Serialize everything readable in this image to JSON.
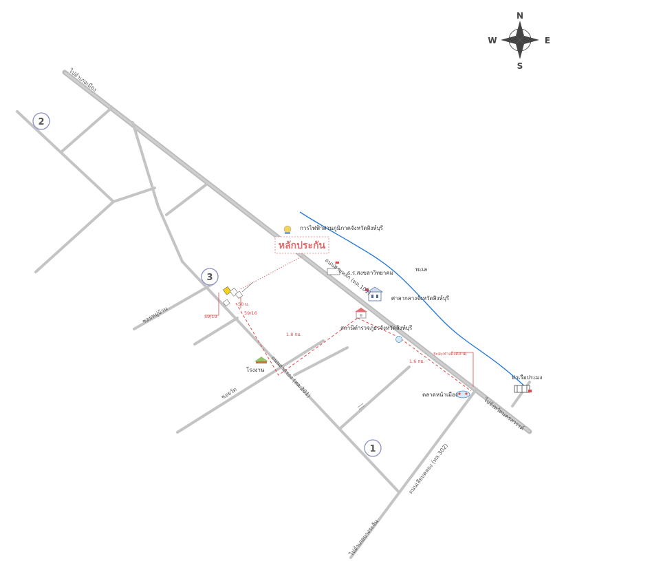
{
  "map": {
    "title": "หลักประกัน",
    "compass": {
      "north": "N",
      "south": "S",
      "east": "E",
      "west": "W"
    },
    "markers": [
      "1",
      "2",
      "3"
    ],
    "places": {
      "pea": "การไฟฟ้าส่วนภูมิภาคจังหวัดสิงห์บุรี",
      "school": "ร.ร.สงขลาวิทยาคม",
      "sea": "ทะเล",
      "provincial_hall": "ศาลากลางจังหวัดสิงห์บุรี",
      "police": "สถานีตำรวจภูธรจังหวัดสิงห์บุรี",
      "factory": "โรงงาน",
      "market": "ตลาดหน้าเมือง",
      "pier": "ท่าเรือประมง"
    },
    "roads": {
      "main_road": "ถนนสายหลัก (ทล.101)",
      "second_road": "ถนนสายรอง (ทล.201)",
      "side_road_a": "ซอยหมู่บ้าน",
      "side_road_b": "ซอยวัด",
      "upper_nw": "ไปอำเภอเมือง",
      "lower_se": "ไปจังหวัดนครสวรรค์",
      "bottom_road": "ไปอำเภอบางระจัน",
      "diag_road": "ถนนเลียบคลอง (ทล.302)"
    },
    "distances": {
      "d1": "50 ม.",
      "d2": "1.8 กม.",
      "d3": "1.6 กม.",
      "d4": "ระยะทางถึงตลาด"
    },
    "addresses": {
      "a1": "59/16",
      "a2": "59/19"
    }
  }
}
